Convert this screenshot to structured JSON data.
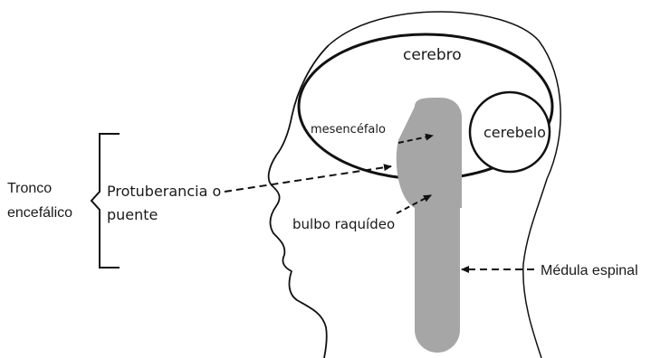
{
  "labels": {
    "cerebro": "cerebro",
    "cerebelo": "cerebelo",
    "mesencefalo": "mesencéfalo",
    "protuberancia_line1": "Protuberancia o",
    "protuberancia_line2": "puente",
    "bulbo": "bulbo raquídeo",
    "medula": "Médula espinal",
    "tronco_line1": "Tronco",
    "tronco_line2": "encefálico"
  },
  "colors": {
    "outline": "#111111",
    "brainstem_fill": "#a6a6a6",
    "text": "#1a1a1a"
  }
}
